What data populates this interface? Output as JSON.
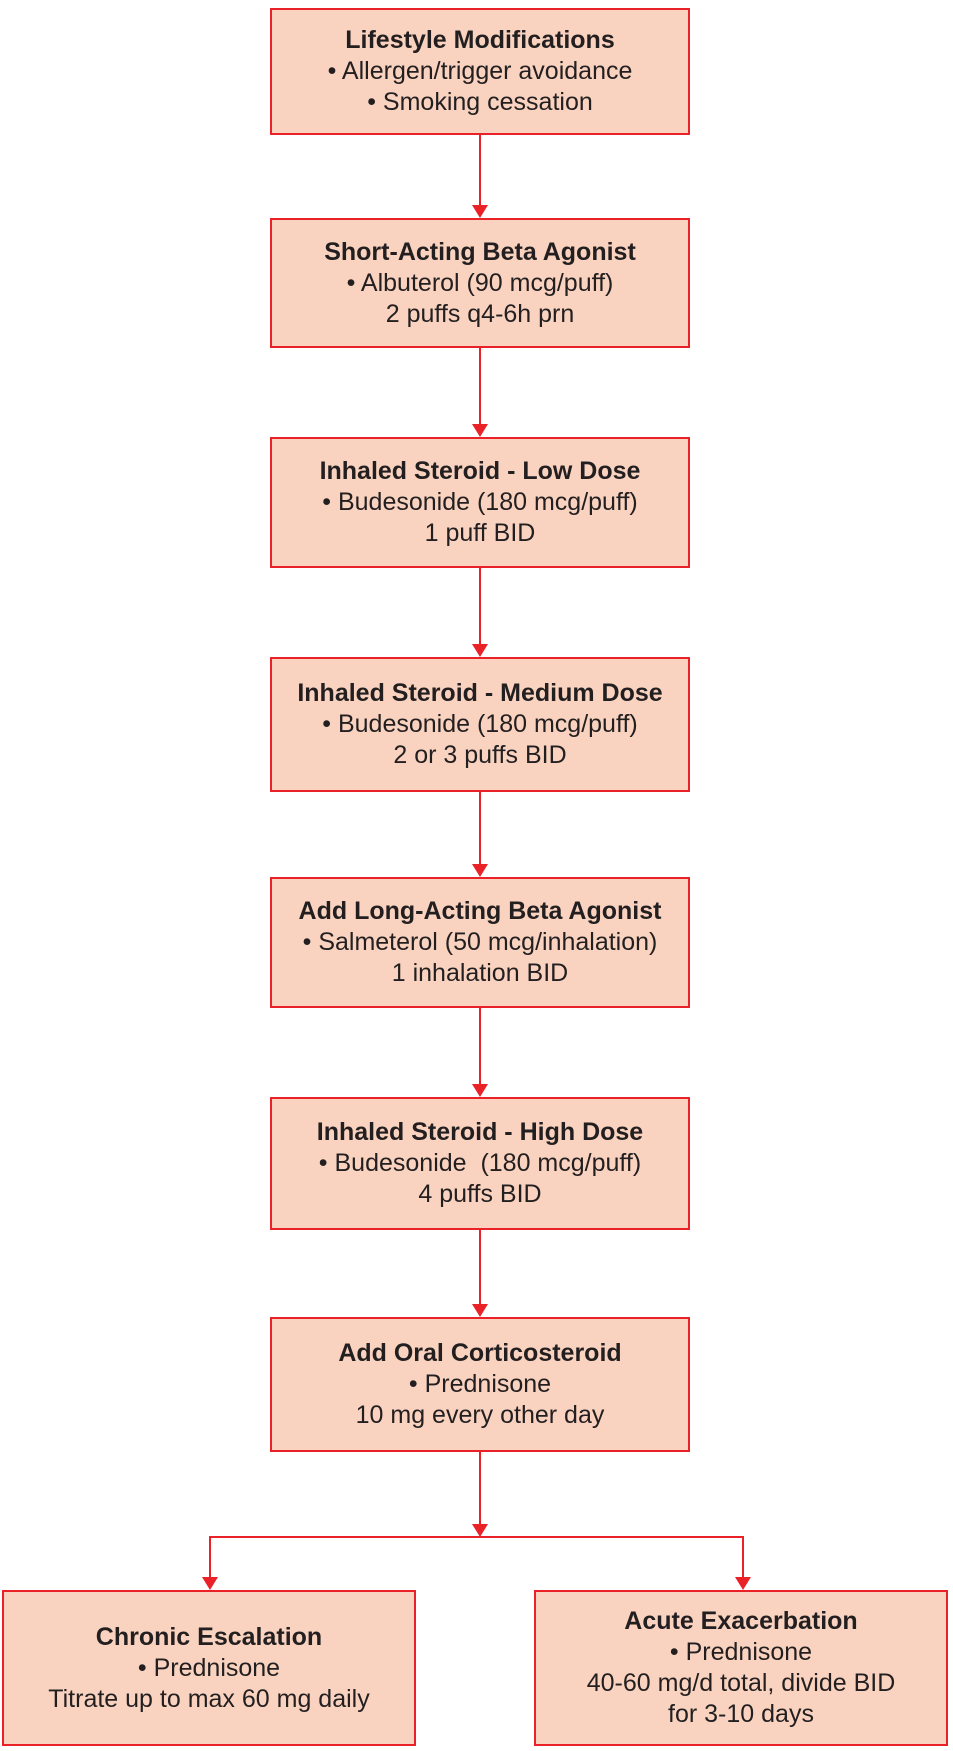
{
  "diagram": {
    "title": "Stepwise asthma therapy escalation flowchart",
    "colors": {
      "box_fill": "#f9d3bf",
      "box_border": "#ea2127",
      "arrow": "#ea2127",
      "text": "#231f20"
    },
    "steps": [
      {
        "title": "Lifestyle Modifications",
        "lines": [
          "• Allergen/trigger avoidance",
          "• Smoking cessation"
        ]
      },
      {
        "title": "Short-Acting Beta Agonist",
        "lines": [
          "• Albuterol (90 mcg/puff)",
          "2 puffs q4-6h prn"
        ]
      },
      {
        "title": "Inhaled Steroid - Low Dose",
        "lines": [
          "• Budesonide (180 mcg/puff)",
          "1 puff BID"
        ]
      },
      {
        "title": "Inhaled Steroid - Medium Dose",
        "lines": [
          "• Budesonide (180 mcg/puff)",
          "2 or 3 puffs BID"
        ]
      },
      {
        "title": "Add Long-Acting Beta Agonist",
        "lines": [
          "• Salmeterol (50 mcg/inhalation)",
          "1 inhalation BID"
        ]
      },
      {
        "title": "Inhaled Steroid - High Dose",
        "lines": [
          "• Budesonide  (180 mcg/puff)",
          "4 puffs BID"
        ]
      },
      {
        "title": "Add Oral Corticosteroid",
        "lines": [
          "• Prednisone",
          "10 mg every other day"
        ]
      }
    ],
    "branches": [
      {
        "title": "Chronic Escalation",
        "lines": [
          "• Prednisone",
          "Titrate up to max 60 mg daily"
        ]
      },
      {
        "title": "Acute Exacerbation",
        "lines": [
          "• Prednisone",
          "40-60 mg/d total, divide BID",
          "for 3-10 days"
        ]
      }
    ]
  }
}
